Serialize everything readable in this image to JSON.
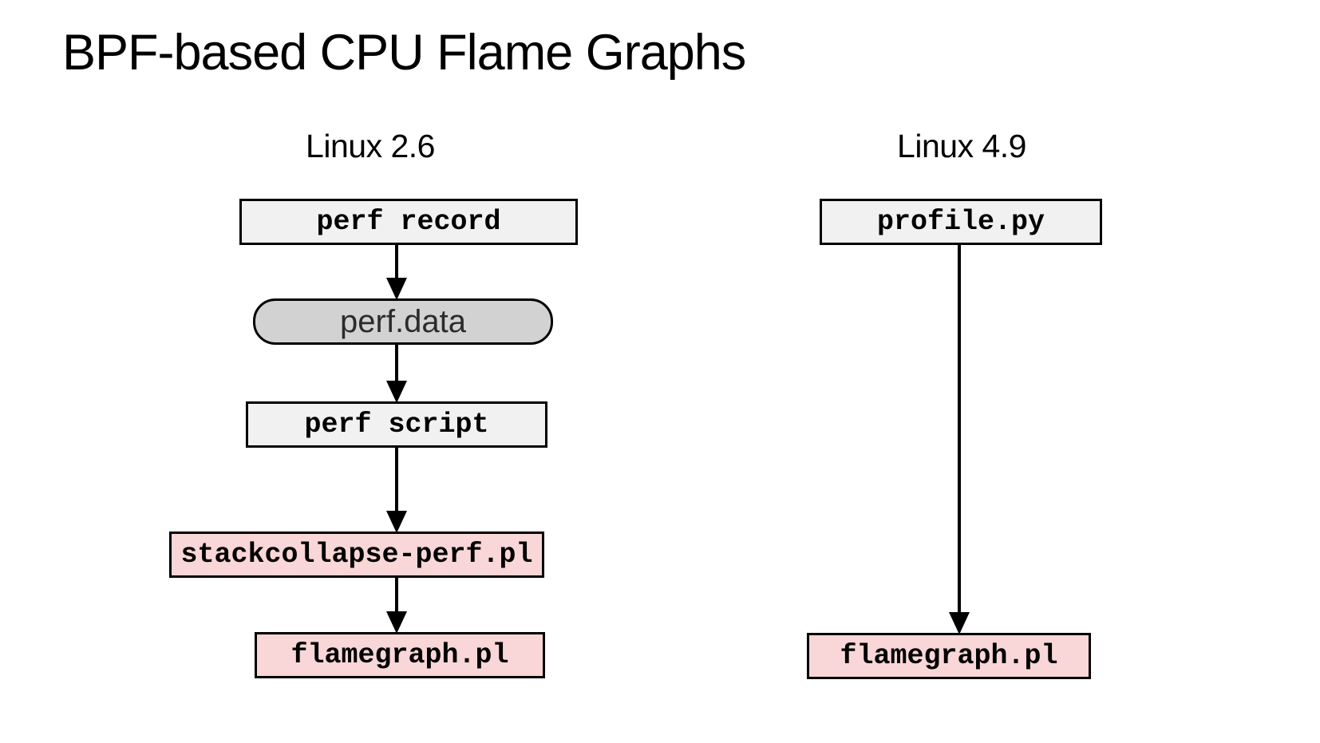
{
  "title": "BPF-based CPU Flame Graphs",
  "columns": [
    {
      "header": "Linux 2.6",
      "nodes": [
        {
          "label": "perf record",
          "kind": "command"
        },
        {
          "label": "perf.data",
          "kind": "file"
        },
        {
          "label": "perf script",
          "kind": "command"
        },
        {
          "label": "stackcollapse-perf.pl",
          "kind": "script"
        },
        {
          "label": "flamegraph.pl",
          "kind": "script"
        }
      ],
      "flow": [
        "perf record",
        "perf.data",
        "perf script",
        "stackcollapse-perf.pl",
        "flamegraph.pl"
      ]
    },
    {
      "header": "Linux 4.9",
      "nodes": [
        {
          "label": "profile.py",
          "kind": "command"
        },
        {
          "label": "flamegraph.pl",
          "kind": "script"
        }
      ],
      "flow": [
        "profile.py",
        "flamegraph.pl"
      ]
    }
  ],
  "colors": {
    "bg": "#ffffff",
    "text": "#000000",
    "border": "#000000",
    "command_fill": "#f1f1f1",
    "file_fill": "#d2d2d2",
    "script_fill": "#f9d6d7",
    "arrow": "#000000"
  }
}
